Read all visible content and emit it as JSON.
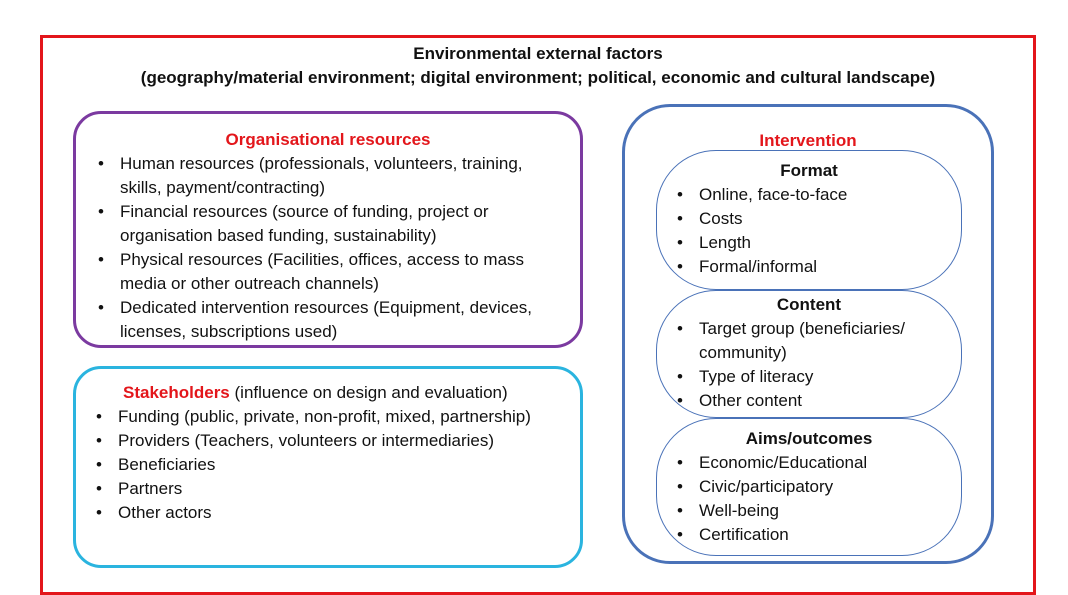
{
  "header": {
    "line1": "Environmental external factors",
    "line2": "(geography/material environment; digital environment; political, economic and cultural landscape)"
  },
  "organisational": {
    "title": "Organisational resources",
    "items": [
      "Human resources (professionals, volunteers, training, skills, payment/contracting)",
      "Financial resources (source of funding, project or organisation based funding, sustainability)",
      "Physical resources (Facilities, offices, access to mass media or other outreach channels)",
      "Dedicated intervention resources (Equipment, devices, licenses, subscriptions used)"
    ]
  },
  "stakeholders": {
    "title": "Stakeholders",
    "subtitle": "(influence on design and evaluation)",
    "items": [
      "Funding (public, private, non-profit, mixed, partnership)",
      "Providers (Teachers, volunteers or intermediaries)",
      "Beneficiaries",
      "Partners",
      "Other actors"
    ]
  },
  "intervention": {
    "title": "Intervention",
    "format": {
      "title": "Format",
      "items": [
        "Online, face-to-face",
        "Costs",
        "Length",
        "Formal/informal"
      ]
    },
    "content": {
      "title": "Content",
      "items": [
        "Target group (beneficiaries/ community)",
        "Type of literacy",
        "Other content"
      ]
    },
    "aims": {
      "title": "Aims/outcomes",
      "items": [
        "Economic/Educational",
        "Civic/participatory",
        "Well-being",
        "Certification"
      ]
    }
  },
  "colors": {
    "frame": "#e3161b",
    "organisational_border": "#7b3aa0",
    "stakeholders_border": "#2ab4df",
    "intervention_border": "#4a72b8",
    "title_red": "#e3161b"
  }
}
